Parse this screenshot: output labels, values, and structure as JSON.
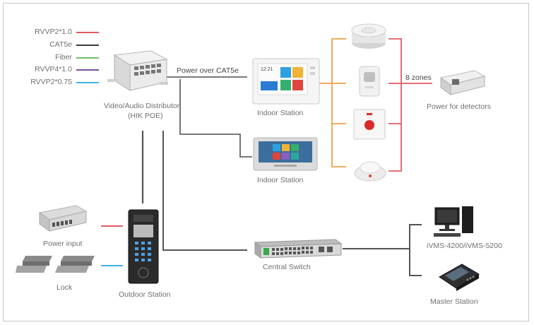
{
  "legend": [
    {
      "label": "RVVP2*1.0",
      "color": "#e05a66"
    },
    {
      "label": "CAT5e",
      "color": "#3a3a3a"
    },
    {
      "label": "Fiber",
      "color": "#6cc36c"
    },
    {
      "label": "RVVP4*1.0",
      "color": "#7b4fa0"
    },
    {
      "label": "RVVP2*0.75",
      "color": "#3cb4e6"
    }
  ],
  "labels": {
    "distributor_line1": "Video/Audio Distributor",
    "distributor_line2": "(HIK POE)",
    "power_over": "Power over CAT5e",
    "indoor_station_1": "Indoor Station",
    "indoor_station_2": "Indoor Station",
    "zones": "8 zones",
    "power_for_detectors": "Power for detectors",
    "power_input": "Power input",
    "lock": "Lock",
    "outdoor_station": "Outdoor Station",
    "central_switch": "Central Switch",
    "ivms": "iVMS-4200/iVMS-5200",
    "master_station": "Master Station"
  },
  "screen": {
    "time": "12:21"
  },
  "colors": {
    "red": "#e05a66",
    "orange": "#f0a04b",
    "dark": "#555555",
    "blue": "#3cb4e6"
  }
}
